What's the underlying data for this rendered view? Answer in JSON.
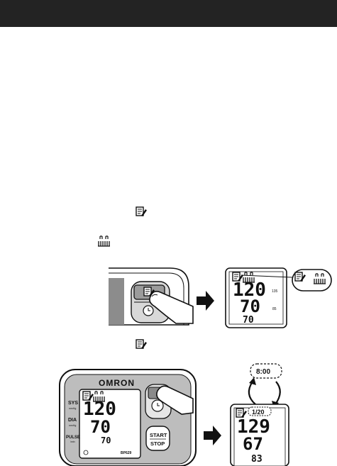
{
  "brand": "OMRON",
  "model": "BP629",
  "device_labels": {
    "sys": "SYS",
    "sys_unit": "mmHg",
    "dia": "DIA",
    "dia_unit": "mmHg",
    "pulse": "PULSE",
    "pulse_unit": "/min",
    "start": "START",
    "stop": "STOP"
  },
  "display_top": {
    "sys": "120",
    "dia": "70",
    "pulse": "70",
    "sys_small": "135",
    "dia_small": "85"
  },
  "display_bottom_left": {
    "sys": "120",
    "dia": "70",
    "pulse": "70"
  },
  "display_bottom_right": {
    "memory_index": "1/20",
    "sys": "129",
    "dia": "67",
    "pulse": "83",
    "time": "8:00"
  },
  "icons": [
    "memo-icon",
    "memory-bars-icon",
    "clock-icon",
    "arrow-right-icon",
    "cycle-arrows-icon"
  ]
}
